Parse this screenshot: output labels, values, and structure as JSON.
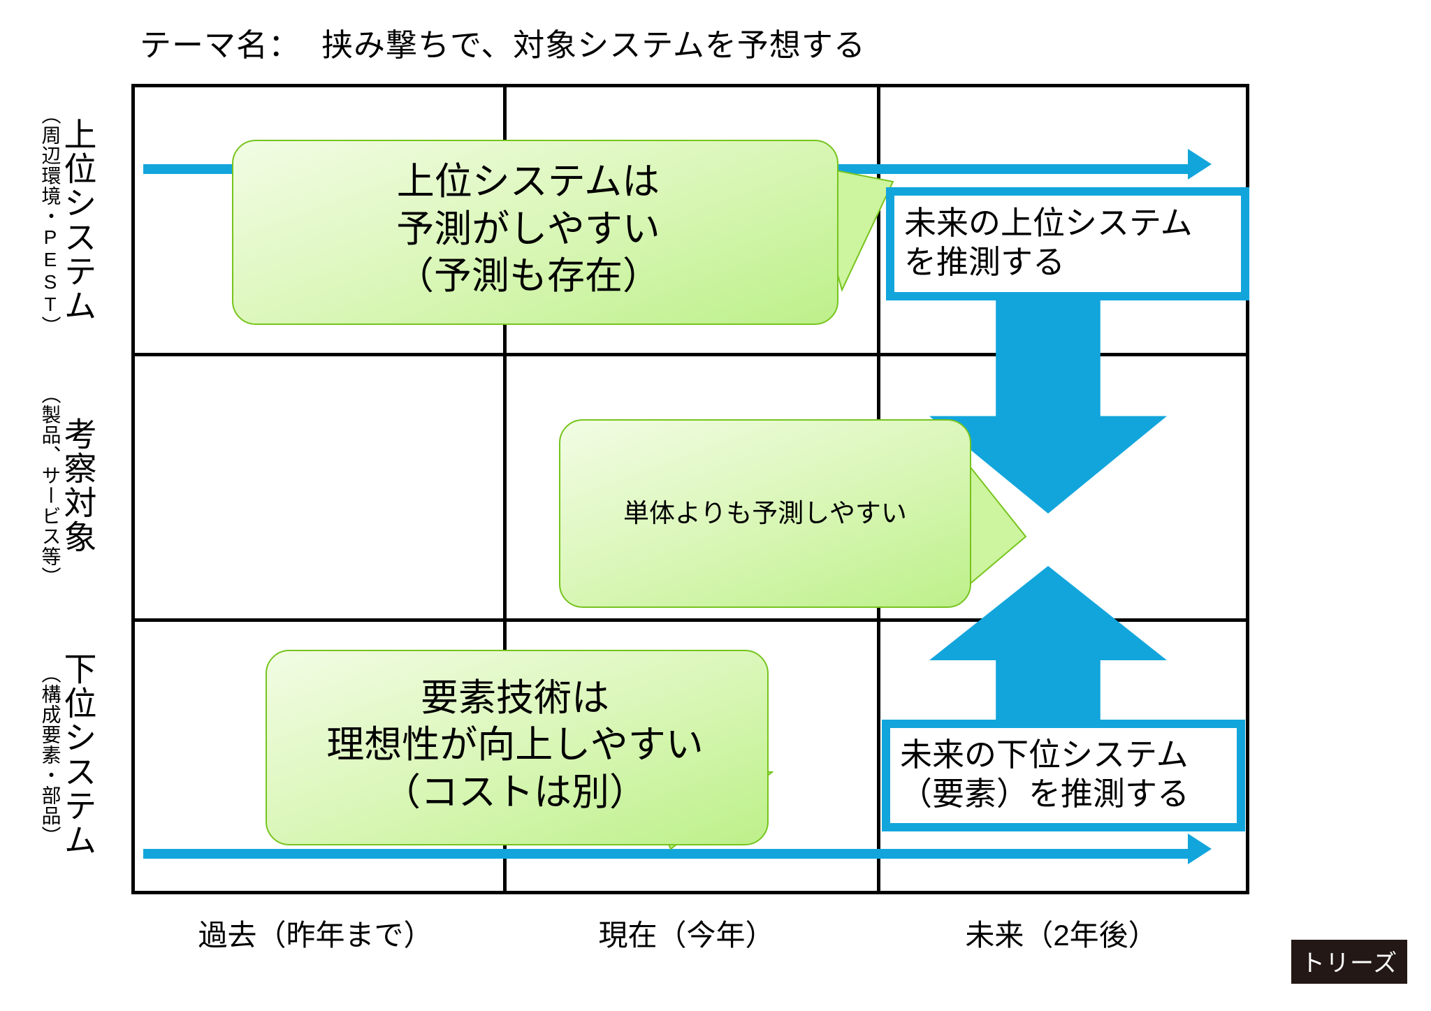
{
  "theme": {
    "label": "テーマ名：",
    "value": "挟み撃ちで、対象システムを予想する"
  },
  "rows": [
    {
      "key": "upper",
      "main": "上位システム",
      "sub": "（周辺環境・PEST）"
    },
    {
      "key": "target",
      "main": "考察対象",
      "sub": "（製品、サービス等）"
    },
    {
      "key": "lower",
      "main": "下位システム",
      "sub": "（構成要素・部品）"
    }
  ],
  "columns": [
    {
      "key": "past",
      "label": "過去（昨年まで）"
    },
    {
      "key": "present",
      "label": "現在（今年）"
    },
    {
      "key": "future",
      "label": "未来（2年後）"
    }
  ],
  "callouts": {
    "upper": "上位システムは\n予測がしやすい\n（予測も存在）",
    "target": "単体よりも予測しやすい",
    "lower": "要素技術は\n理想性が向上しやすい\n（コストは別）"
  },
  "blue_boxes": {
    "upper": "未来の上位システム\nを推測する",
    "lower": "未来の下位システム\n（要素）を推測する"
  },
  "arrows": {
    "timeline_top": "past-to-future-timeline-upper",
    "timeline_bottom": "past-to-future-timeline-lower",
    "converge_down": "downward-block-arrow",
    "converge_up": "upward-block-arrow"
  },
  "brand": {
    "badge": "トリーズ"
  },
  "colors": {
    "accent_blue": "#12A5DC",
    "callout_green_border": "#76c41d",
    "callout_green_fill": "#ddf7bd",
    "grid_line": "#000000",
    "badge_bg": "#231815"
  }
}
